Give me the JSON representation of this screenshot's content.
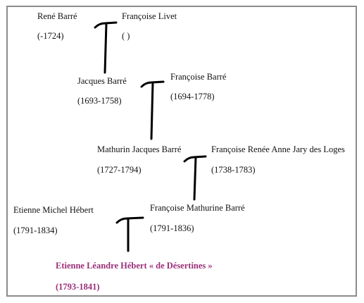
{
  "people": {
    "rene_barre": {
      "name": "René Barré",
      "dates": "(-1724)"
    },
    "francoise_livet": {
      "name": "Françoise Livet",
      "dates": "( )"
    },
    "jacques_barre": {
      "name": "Jacques Barré",
      "dates": "(1693-1758)"
    },
    "francoise_barre": {
      "name": "Françoise Barré",
      "dates": "(1694-1778)"
    },
    "mathurin_jacques_barre": {
      "name": "Mathurin Jacques Barré",
      "dates": "(1727-1794)"
    },
    "francoise_renee_anne_jary": {
      "name": "Françoise Renée Anne Jary des Loges",
      "dates": "(1738-1783)"
    },
    "etienne_michel_hebert": {
      "name": "Etienne Michel Hébert",
      "dates": "(1791-1834)"
    },
    "francoise_mathurine_barre": {
      "name": "Françoise Mathurine Barré",
      "dates": "(1791-1836)"
    },
    "etienne_leandre_hebert": {
      "name": "Etienne Léandre Hébert « de Désertines »",
      "dates": "(1793-1841)"
    }
  },
  "colors": {
    "text": "#111111",
    "highlight": "#9a2f78",
    "connector": "#000000",
    "frame": "#8c8c8c"
  }
}
